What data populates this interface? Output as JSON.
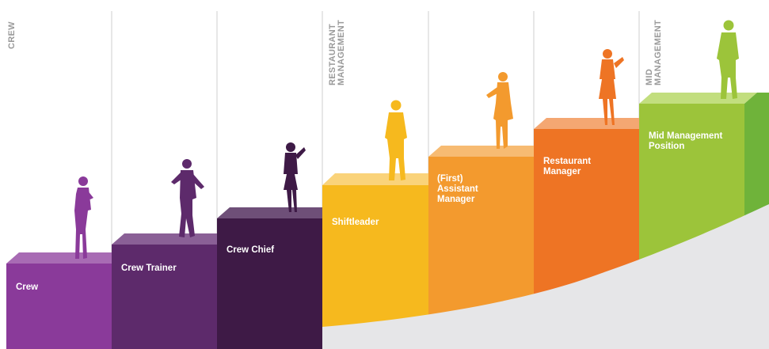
{
  "sections": [
    {
      "id": "crew",
      "label": "CREW"
    },
    {
      "id": "restaurant-management",
      "label": "RESTAURANT\nMANAGEMENT"
    },
    {
      "id": "mid-management",
      "label": "MID\nMANAGEMENT"
    }
  ],
  "steps": [
    {
      "label": "Crew",
      "color": "#8a3a9a"
    },
    {
      "label": "Crew Trainer",
      "color": "#5d2a6b"
    },
    {
      "label": "Crew Chief",
      "color": "#3e1a46"
    },
    {
      "label": "Shiftleader",
      "color": "#f6b91e"
    },
    {
      "label": "(First)\nAssistant\nManager",
      "color": "#f39a2e"
    },
    {
      "label": "Restaurant\nManager",
      "color": "#ee7424"
    },
    {
      "label": "Mid Management\nPosition",
      "color": "#9cc43a"
    }
  ]
}
